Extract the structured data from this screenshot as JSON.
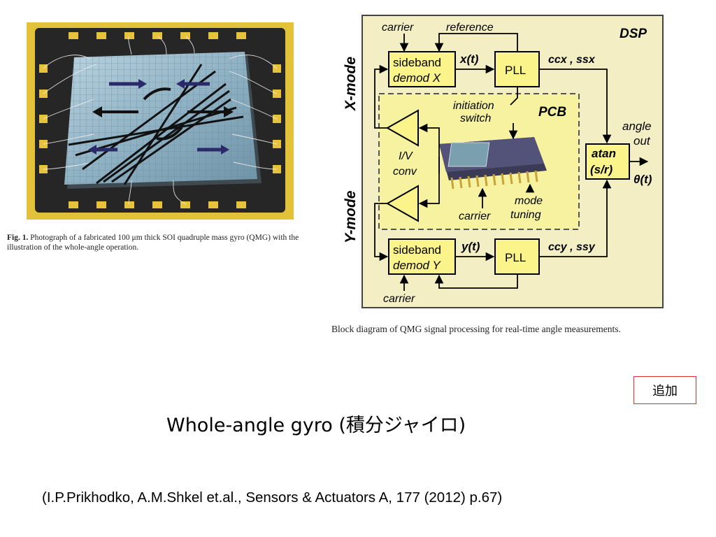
{
  "figure1": {
    "label": "Fig. 1.",
    "caption": "Photograph of a fabricated 100 μm thick SOI quadruple mass gyro (QMG) with the illustration of the whole-angle operation."
  },
  "block_diagram": {
    "dsp_label": "DSP",
    "pcb_label": "PCB",
    "x_mode_label": "X-mode",
    "y_mode_label": "Y-mode",
    "top_carrier": "carrier",
    "reference": "reference",
    "sideband_x_line1": "sideband",
    "sideband_x_line2": "demod X",
    "x_signal": "x(t)",
    "pll_x": "PLL",
    "ccx_ssx": "ccx , ssx",
    "initiation_line1": "initiation",
    "initiation_line2": "switch",
    "iv_line1": "I/V",
    "iv_line2": "conv",
    "angle_out_line1": "angle",
    "angle_out_line2": "out",
    "atan_line1": "atan",
    "atan_line2": "(s/r)",
    "theta": "θ(t)",
    "pcb_carrier": "carrier",
    "mode_tuning_line1": "mode",
    "mode_tuning_line2": "tuning",
    "sideband_y_line1": "sideband",
    "sideband_y_line2": "demod Y",
    "y_signal": "y(t)",
    "pll_y": "PLL",
    "ccy_ssy": "ccy , ssy",
    "bottom_carrier": "carrier",
    "caption": "Block diagram of QMG signal processing for real-time angle measurements.",
    "colors": {
      "dsp_background": "#f4eec4",
      "pcb_background": "#f6f2a0",
      "block_fill": "#fbf48a"
    }
  },
  "badge": {
    "label": "追加"
  },
  "slide": {
    "title": "Whole-angle gyro (積分ジャイロ)",
    "citation": "(I.P.Prikhodko, A.M.Shkel et.al., Sensors & Actuators A, 177 (2012) p.67)"
  }
}
